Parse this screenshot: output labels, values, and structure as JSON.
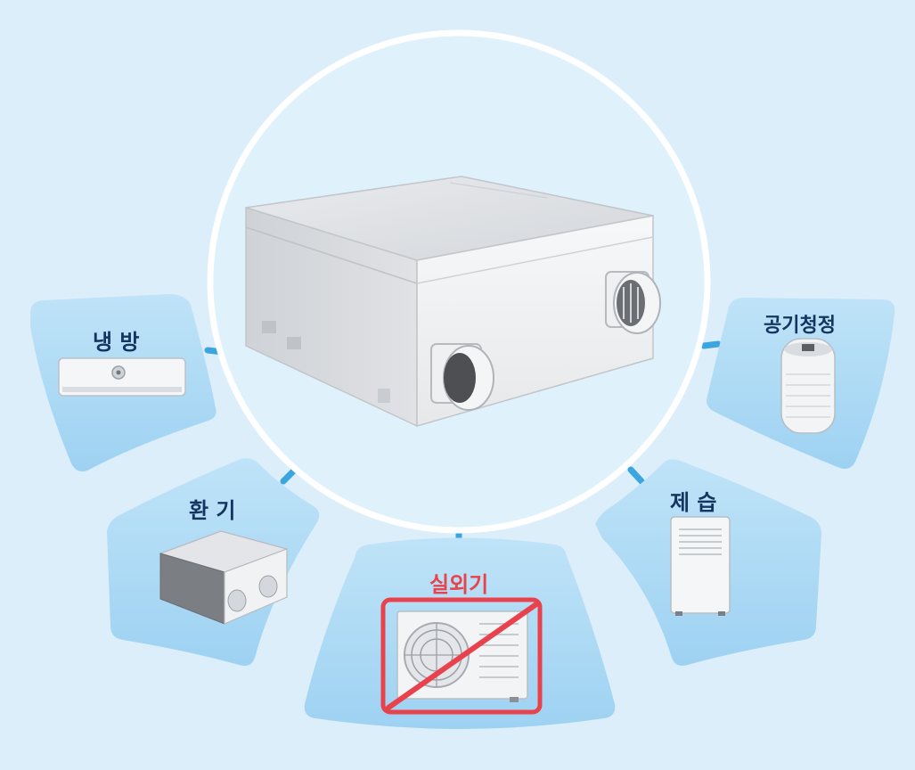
{
  "features": {
    "cooling": "냉 방",
    "purification": "공기청정",
    "ventilation": "환 기",
    "dehumidification": "제 습",
    "outdoor_unit": "실외기"
  },
  "colors": {
    "background": "#dceefa",
    "panel": "#a9d8f5",
    "panel_edge": "#7fc3ec",
    "connector": "#3aa5df",
    "label": "#14355f",
    "prohibited": "#e8434d"
  },
  "icons": {
    "main": "ventilation-unit-icon",
    "cooling": "air-conditioner-icon",
    "purification": "air-purifier-icon",
    "ventilation": "ventilator-icon",
    "dehumidification": "dehumidifier-icon",
    "outdoor_unit": "outdoor-unit-icon",
    "prohibited": "prohibited-slash-icon"
  }
}
